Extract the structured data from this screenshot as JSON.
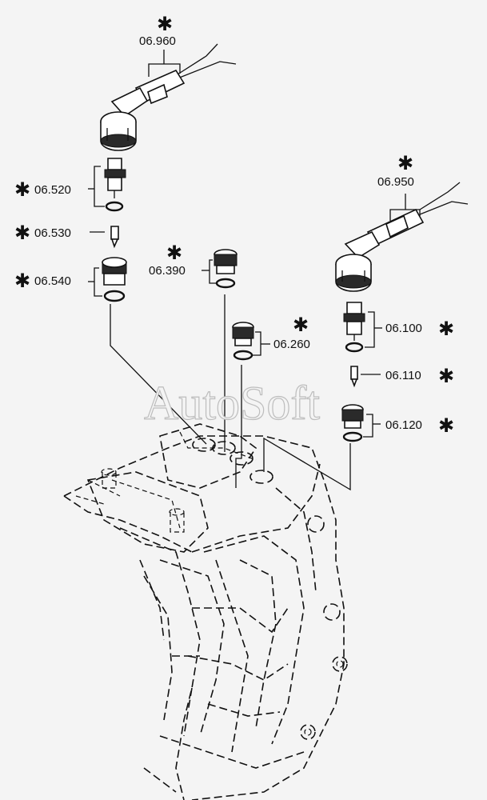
{
  "diagram": {
    "watermark": "AutoSoft",
    "callouts": [
      {
        "id": "c06960",
        "label": "06.960",
        "starred": true
      },
      {
        "id": "c06950",
        "label": "06.950",
        "starred": true
      },
      {
        "id": "c06520",
        "label": "06.520",
        "starred": true
      },
      {
        "id": "c06530",
        "label": "06.530",
        "starred": true
      },
      {
        "id": "c06540",
        "label": "06.540",
        "starred": true
      },
      {
        "id": "c06390",
        "label": "06.390",
        "starred": true
      },
      {
        "id": "c06260",
        "label": "06.260",
        "starred": true
      },
      {
        "id": "c06100",
        "label": "06.100",
        "starred": true
      },
      {
        "id": "c06110",
        "label": "06.110",
        "starred": true
      },
      {
        "id": "c06120",
        "label": "06.120",
        "starred": true
      }
    ],
    "star_symbol": "✱"
  }
}
